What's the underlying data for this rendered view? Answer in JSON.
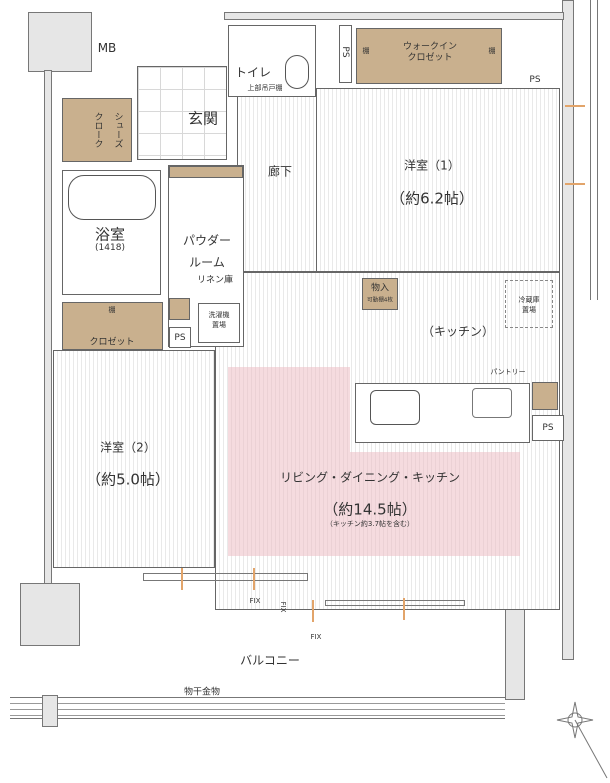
{
  "rooms": {
    "mb": "MB",
    "toilet": "トイレ",
    "toilet_shelf": "上部吊戸棚",
    "ps": "PS",
    "wic_shelf": "棚",
    "wic": "ウォークイン\nクロゼット",
    "shoes_a": "シューズ",
    "shoes_b": "クローク",
    "genkan": "玄関",
    "corridor": "廊下",
    "room1": "洋室（1）",
    "room1_size": "（約6.2帖）",
    "bath": "浴室",
    "bath_size": "(1418)",
    "powder_a": "パウダー",
    "powder_b": "ルーム",
    "linen": "リネン庫",
    "washer": "洗濯機\n置場",
    "closet_shelf": "棚",
    "closet": "クロゼット",
    "storage": "物入",
    "storage_note": "可動棚4枚",
    "fridge": "冷蔵庫\n置場",
    "kitchen": "（キッチン）",
    "pantry": "パントリー",
    "room2": "洋室（2）",
    "room2_size": "（約5.0帖）",
    "ldk": "リビング・ダイニング・キッチン",
    "ldk_size": "（約14.5帖）",
    "ldk_note": "（キッチン約3.7帖を含む）",
    "fix": "FIX",
    "fix_v": "FIX",
    "balcony": "バルコニー",
    "laundry_hardware": "物干金物"
  },
  "colors": {
    "storage": "#c9b08e",
    "ldk_highlight": "#ecbec4",
    "window_arrow": "#e2a46a"
  }
}
